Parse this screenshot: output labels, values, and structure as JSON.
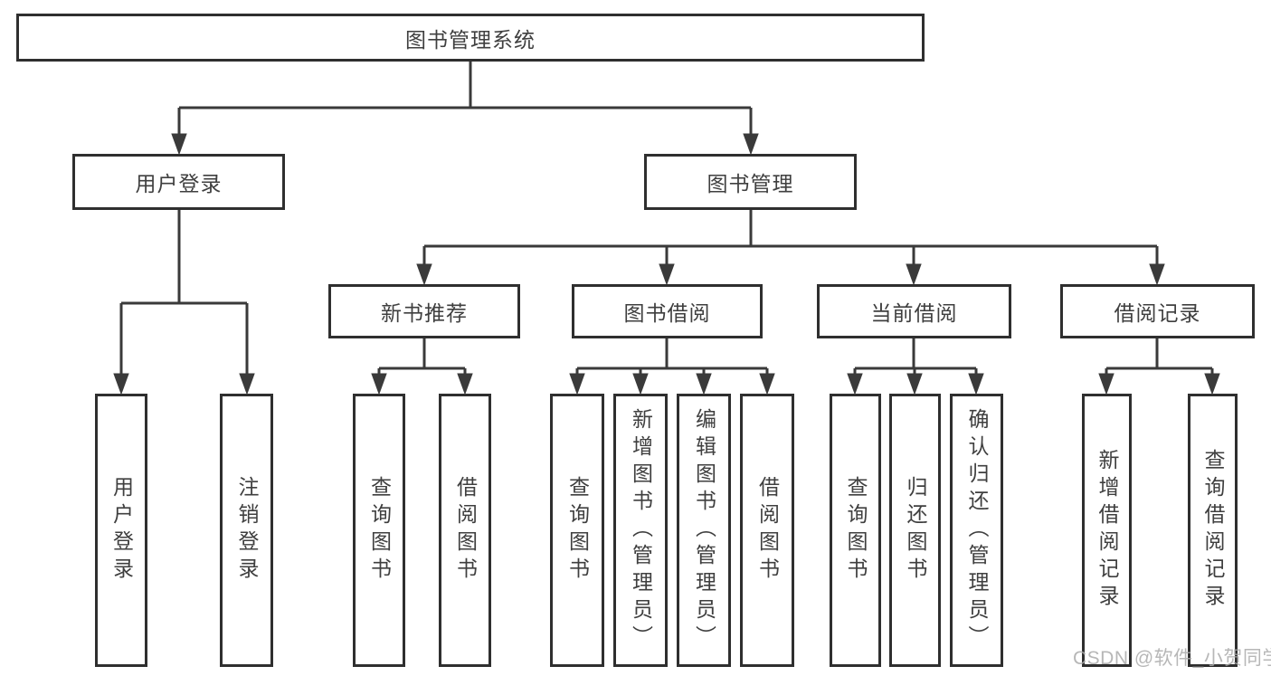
{
  "tree": {
    "root": {
      "label": "图书管理系统",
      "children": [
        {
          "label": "用户登录",
          "children": [
            {
              "label": "用户登录"
            },
            {
              "label": "注销登录"
            }
          ]
        },
        {
          "label": "图书管理",
          "children": [
            {
              "label": "新书推荐",
              "children": [
                {
                  "label": "查询图书"
                },
                {
                  "label": "借阅图书"
                }
              ]
            },
            {
              "label": "图书借阅",
              "children": [
                {
                  "label": "查询图书"
                },
                {
                  "label": "新增图书（管理员）"
                },
                {
                  "label": "编辑图书（管理员）"
                },
                {
                  "label": "借阅图书"
                }
              ]
            },
            {
              "label": "当前借阅",
              "children": [
                {
                  "label": "查询图书"
                },
                {
                  "label": "归还图书"
                },
                {
                  "label": "确认归还（管理员）"
                }
              ]
            },
            {
              "label": "借阅记录",
              "children": [
                {
                  "label": "新增借阅记录"
                },
                {
                  "label": "查询借阅记录"
                }
              ]
            }
          ]
        }
      ]
    }
  },
  "watermark": "CSDN @软件_小贺同学",
  "colors": {
    "bg": "#ffffff",
    "line": "#3a3a3a",
    "border": "#2f2f2f",
    "text": "#3f3f3f",
    "watermark": "#ababab"
  }
}
